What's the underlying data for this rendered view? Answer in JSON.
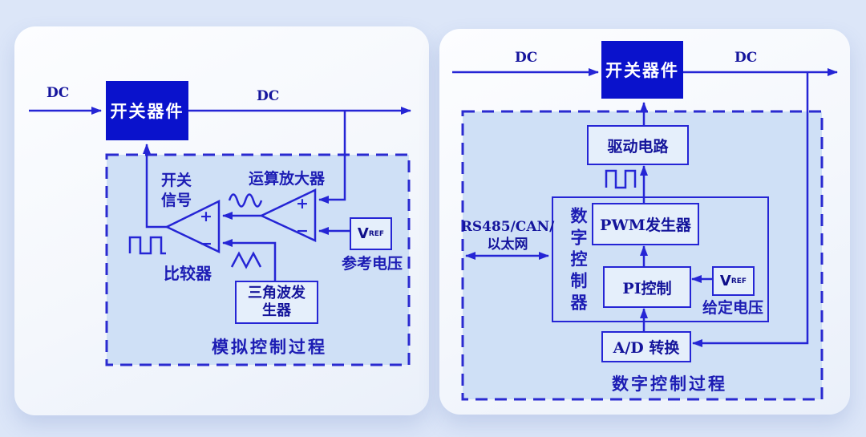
{
  "colors": {
    "page_bg": "#dce6f8",
    "card_bg": "#f4f7fc",
    "panel_fill": "#cfe0f6",
    "wire_blue": "#2525d5",
    "deep_blue_box": "#0a12cc",
    "text_navy": "#1c1cb4"
  },
  "analog": {
    "dc_in": "DC",
    "dc_out": "DC",
    "switch_device": "开关器件",
    "switch_signal_line1": "开关",
    "switch_signal_line2": "信号",
    "opamp_label": "运算放大器",
    "comparator_label": "比较器",
    "plus": "+",
    "minus": "−",
    "triangle_gen_line1": "三角波发",
    "triangle_gen_line2": "生器",
    "vref_main": "V",
    "vref_sub": "REF",
    "vref_caption": "参考电压",
    "caption": "模拟控制过程"
  },
  "digital": {
    "dc_in": "DC",
    "dc_out": "DC",
    "switch_device": "开关器件",
    "drive_circuit": "驱动电路",
    "controller_label": "数字控制器",
    "pwm_generator": "PWM发生器",
    "pi_control": "PI控制",
    "vref_main": "V",
    "vref_sub": "REF",
    "vref_caption": "给定电压",
    "ad_converter": "A/D 转换",
    "bus_line1": "RS485/CAN/",
    "bus_line2": "以太网",
    "caption": "数字控制过程"
  }
}
